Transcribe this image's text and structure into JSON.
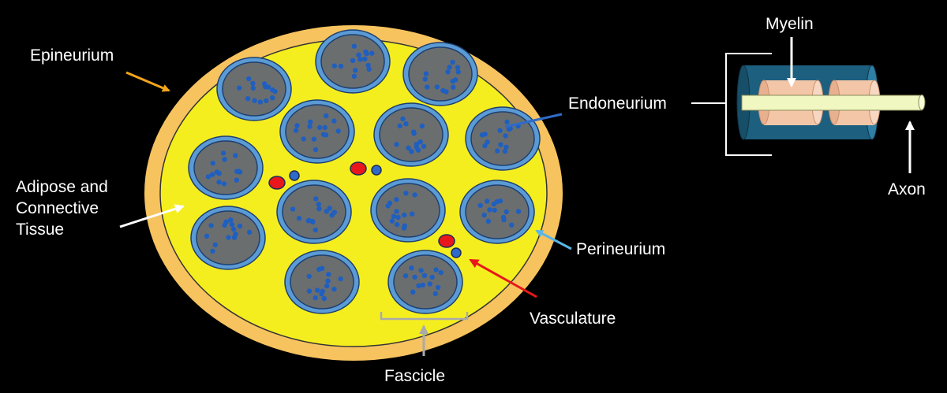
{
  "labels": {
    "epineurium": "Epineurium",
    "adipose_line1": "Adipose and",
    "adipose_line2": "Connective",
    "adipose_line3": "Tissue",
    "endoneurium": "Endoneurium",
    "perineurium": "Perineurium",
    "vasculature": "Vasculature",
    "fascicle": "Fascicle",
    "myelin": "Myelin",
    "axon": "Axon"
  },
  "colors": {
    "background": "#000000",
    "epineurium_ring": "#f7c35f",
    "adipose_fill": "#f5ee1f",
    "fascicle_fill": "#6b6e6f",
    "perineurium_ring": "#5b9bd5",
    "axon_dot": "#1f5fbf",
    "vessel_red": "#e8171c",
    "vessel_blue": "#2e6bc8",
    "myelin_sheath": "#f4c6a8",
    "axon_fill": "#f0f7c0",
    "endoneurium_tube": "#1d5f7e",
    "arrow_epineurium": "#f2a51a",
    "arrow_endoneurium": "#2e6bc8",
    "arrow_perineurium": "#5ab4e6",
    "arrow_vasculature": "#e8171c",
    "arrow_fascicle": "#aaaaaa",
    "arrow_white": "#ffffff"
  }
}
